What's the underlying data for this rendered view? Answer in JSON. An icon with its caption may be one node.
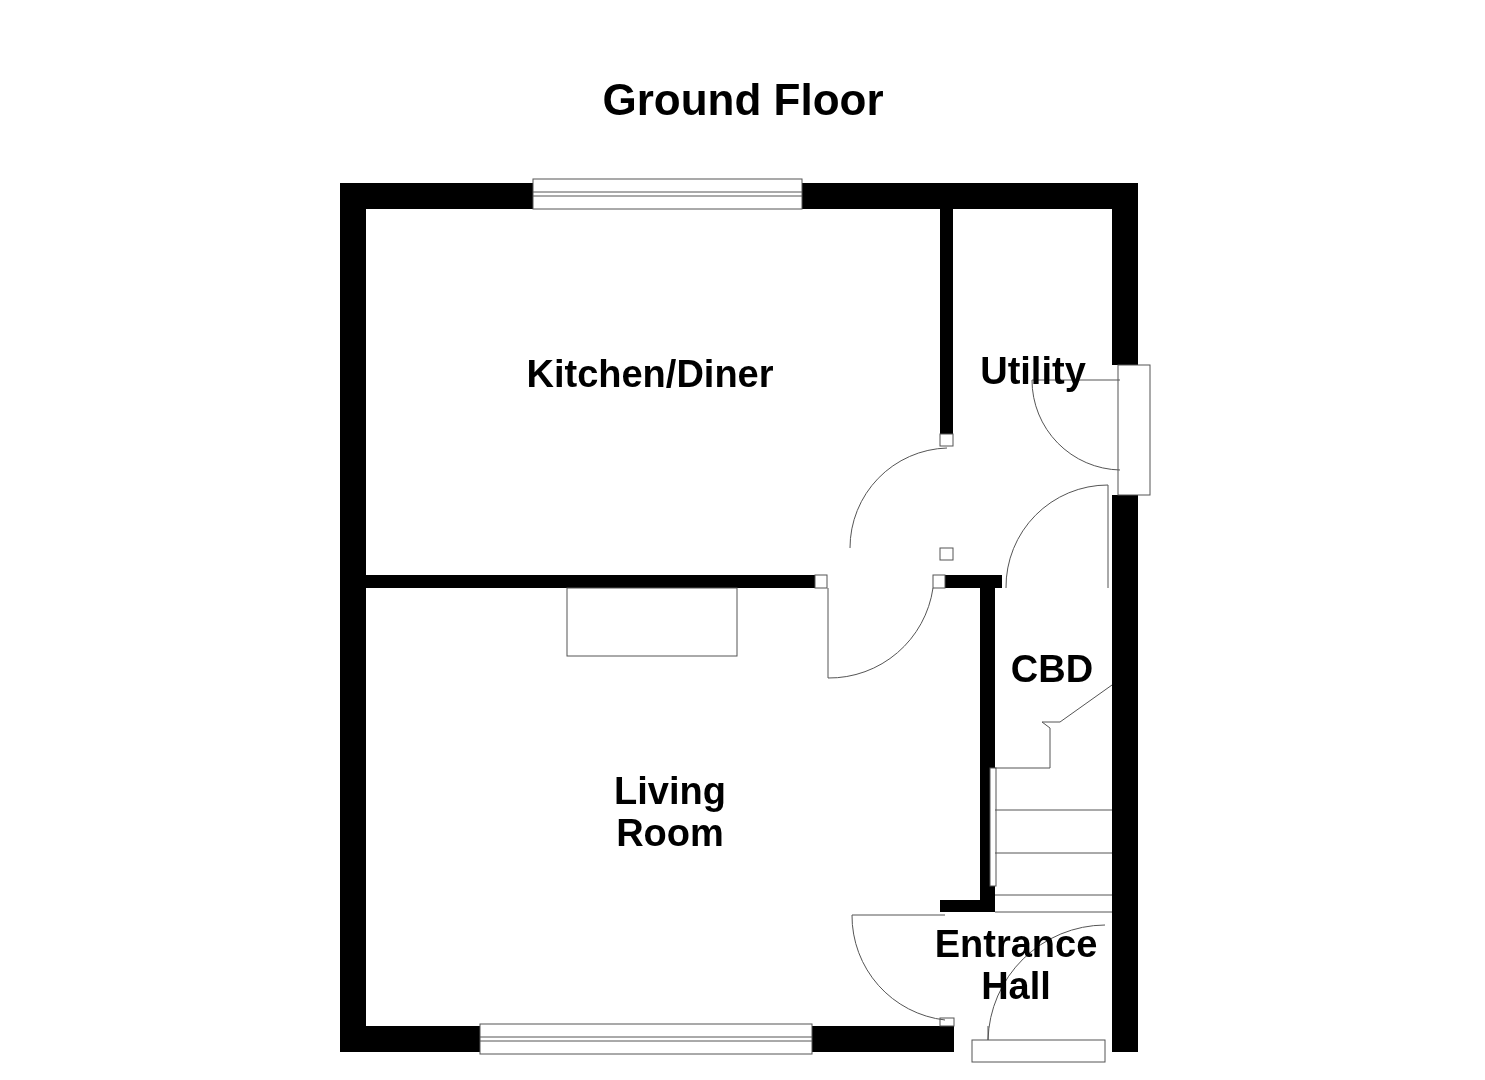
{
  "diagram": {
    "title": "Ground Floor",
    "labels": [
      "Kitchen/Diner",
      "Utility",
      "CBD",
      "Living Room",
      "Entrance Hall"
    ]
  }
}
